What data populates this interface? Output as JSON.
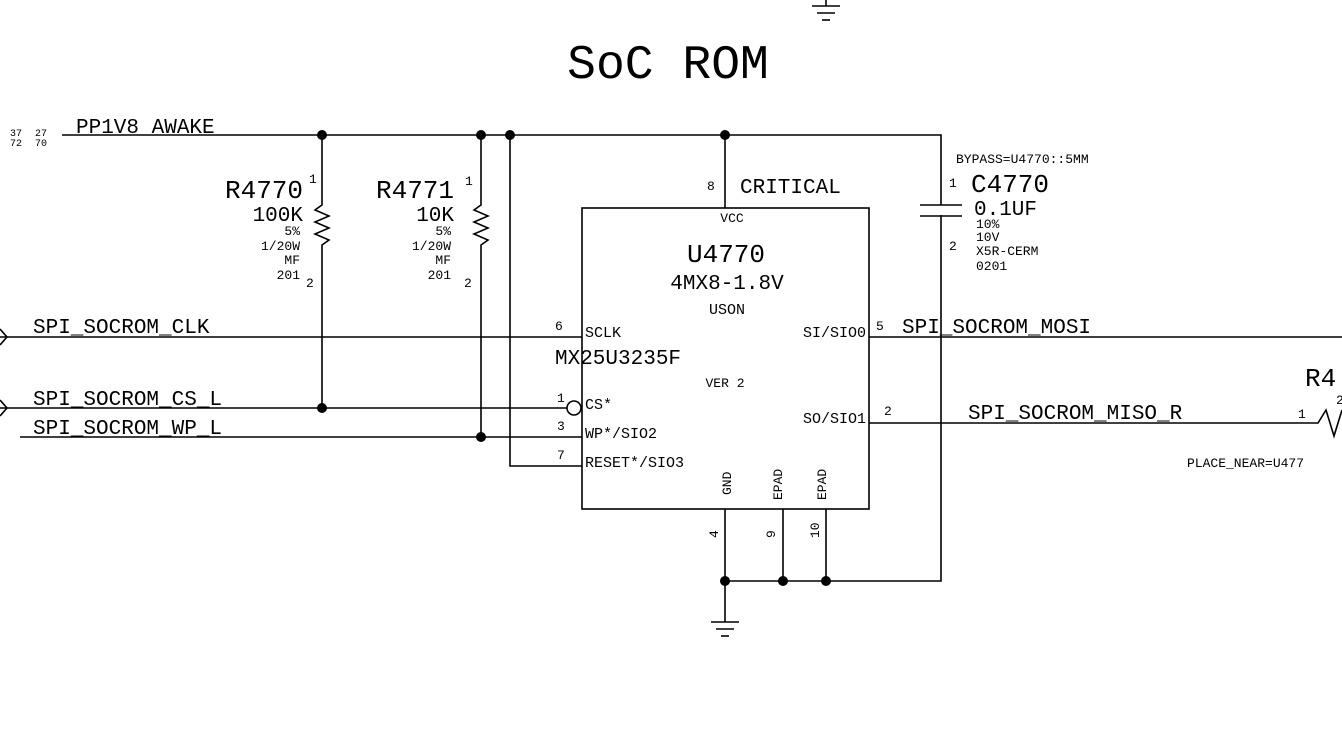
{
  "title": "SoC ROM",
  "nets": {
    "power": "PP1V8_AWAKE",
    "power_refs": [
      "37",
      "27",
      "72",
      "70"
    ],
    "clk": "SPI_SOCROM_CLK",
    "cs": "SPI_SOCROM_CS_L",
    "wp": "SPI_SOCROM_WP_L",
    "mosi": "SPI_SOCROM_MOSI",
    "miso": "SPI_SOCROM_MISO_R"
  },
  "r4770": {
    "ref": "R4770",
    "value": "100K",
    "tol": "5%",
    "power": "1/20W",
    "type": "MF",
    "size": "201",
    "pin1": "1",
    "pin2": "2"
  },
  "r4771": {
    "ref": "R4771",
    "value": "10K",
    "tol": "5%",
    "power": "1/20W",
    "type": "MF",
    "size": "201",
    "pin1": "1",
    "pin2": "2"
  },
  "c4770": {
    "ref": "C4770",
    "value": "0.1UF",
    "tol": "10%",
    "voltage": "10V",
    "type": "X5R-CERM",
    "size": "0201",
    "bypass": "BYPASS=U4770::5MM",
    "pin1": "1",
    "pin2": "2"
  },
  "u4770": {
    "ref": "U4770",
    "desc": "4MX8-1.8V",
    "package": "USON",
    "part": "MX25U3235F",
    "version": "VER 2",
    "critical": "CRITICAL",
    "pins": {
      "vcc": {
        "num": "8",
        "name": "VCC"
      },
      "sclk": {
        "num": "6",
        "name": "SCLK"
      },
      "cs": {
        "num": "1",
        "name": "CS*"
      },
      "wp": {
        "num": "3",
        "name": "WP*/SIO2"
      },
      "reset": {
        "num": "7",
        "name": "RESET*/SIO3"
      },
      "si": {
        "num": "5",
        "name": "SI/SIO0"
      },
      "so": {
        "num": "2",
        "name": "SO/SIO1"
      },
      "gnd": {
        "num": "4",
        "name": "GND"
      },
      "epad1": {
        "num": "9",
        "name": "EPAD"
      },
      "epad2": {
        "num": "10",
        "name": "EPAD"
      }
    }
  },
  "r_miso": {
    "ref": "R4",
    "pin1": "1",
    "pin2": "2",
    "place": "PLACE_NEAR=U477"
  }
}
